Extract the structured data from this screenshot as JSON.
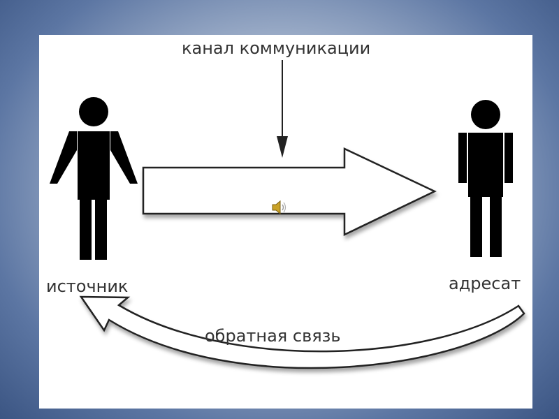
{
  "labels": {
    "channel": "канал коммуникации",
    "source": "источник",
    "destination": "адресат",
    "feedback": "обратная связь"
  },
  "icons": {
    "speaker": "speaker-icon"
  },
  "colors": {
    "figure": "#000000",
    "arrow_stroke": "#222222",
    "arrow_fill": "#ffffff",
    "speaker": "#c9a227"
  }
}
